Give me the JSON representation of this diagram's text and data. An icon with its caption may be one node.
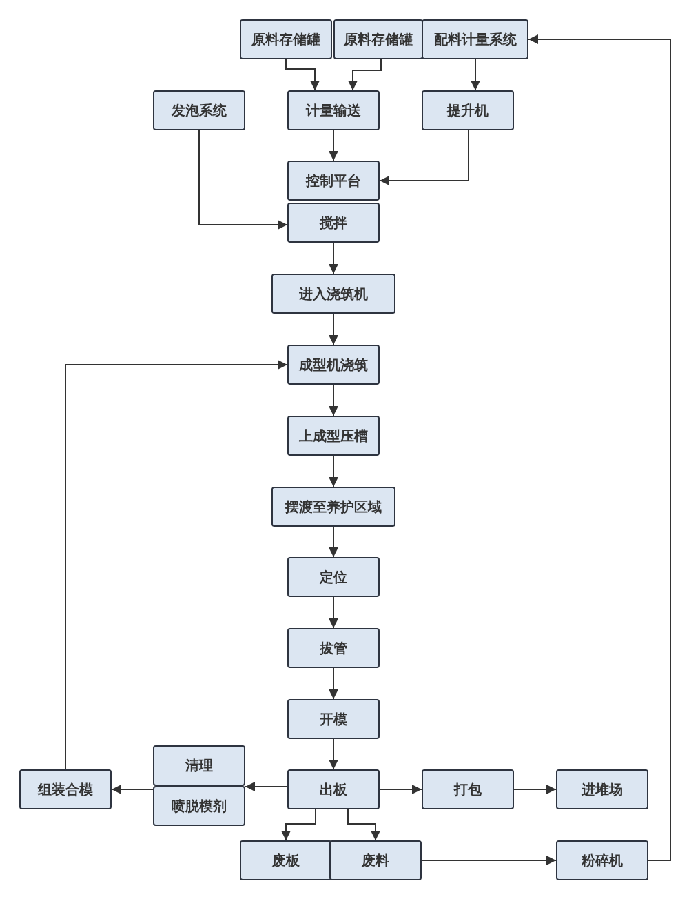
{
  "diagram": {
    "nodes": [
      {
        "text": [
          "原料存储罐"
        ]
      },
      {
        "text": [
          "原料存储罐"
        ]
      },
      {
        "text": [
          "配料计量系统"
        ]
      },
      {
        "text": [
          "发泡系统"
        ]
      },
      {
        "text": [
          "计量输送"
        ]
      },
      {
        "text": [
          "提升机"
        ]
      },
      {
        "text": [
          "控制平台"
        ]
      },
      {
        "text": [
          "搅拌"
        ]
      },
      {
        "text": [
          "进入浇筑机"
        ]
      },
      {
        "text": [
          "成型机浇筑"
        ]
      },
      {
        "text": [
          "上成型压槽"
        ]
      },
      {
        "text": [
          "摆渡至养护区域"
        ]
      },
      {
        "text": [
          "定位"
        ]
      },
      {
        "text": [
          "拔管"
        ]
      },
      {
        "text": [
          "开模"
        ]
      },
      {
        "text": [
          "出板"
        ]
      },
      {
        "text": [
          "清理"
        ]
      },
      {
        "text": [
          "喷脱模剂"
        ]
      },
      {
        "text": [
          "组装合模"
        ]
      },
      {
        "text": [
          "打包"
        ]
      },
      {
        "text": [
          "进堆场"
        ]
      },
      {
        "text": [
          "废板"
        ]
      },
      {
        "text": [
          "废料"
        ]
      },
      {
        "text": [
          "粉碎机"
        ]
      }
    ],
    "edges": [
      {
        "from": 0,
        "to": 4,
        "arrow": "to"
      },
      {
        "from": 1,
        "to": 4,
        "arrow": "to"
      },
      {
        "from": 2,
        "to": 5,
        "arrow": "to"
      },
      {
        "from": 4,
        "to": 6,
        "arrow": "to"
      },
      {
        "from": 5,
        "to": 6,
        "arrow": "to"
      },
      {
        "from": 3,
        "to": 7,
        "arrow": "to"
      },
      {
        "from": 7,
        "to": 8,
        "arrow": "to"
      },
      {
        "from": 8,
        "to": 9,
        "arrow": "to"
      },
      {
        "from": 9,
        "to": 10,
        "arrow": "to"
      },
      {
        "from": 10,
        "to": 11,
        "arrow": "to"
      },
      {
        "from": 11,
        "to": 12,
        "arrow": "to"
      },
      {
        "from": 12,
        "to": 13,
        "arrow": "to"
      },
      {
        "from": 13,
        "to": 14,
        "arrow": "to"
      },
      {
        "from": 14,
        "to": 15,
        "arrow": "to"
      },
      {
        "from": 18,
        "to": 9,
        "arrow": "to"
      },
      {
        "from": 15,
        "to": 17,
        "arrow": "to"
      },
      {
        "from": 17,
        "to": 18,
        "arrow": "to"
      },
      {
        "from": 15,
        "to": 19,
        "arrow": "to"
      },
      {
        "from": 19,
        "to": 20,
        "arrow": "to"
      },
      {
        "from": 15,
        "to": 21,
        "arrow": "to"
      },
      {
        "from": 15,
        "to": 22,
        "arrow": "to"
      },
      {
        "from": 22,
        "to": 23,
        "arrow": "to"
      },
      {
        "from": 23,
        "to": 2,
        "arrow": "to"
      }
    ]
  }
}
